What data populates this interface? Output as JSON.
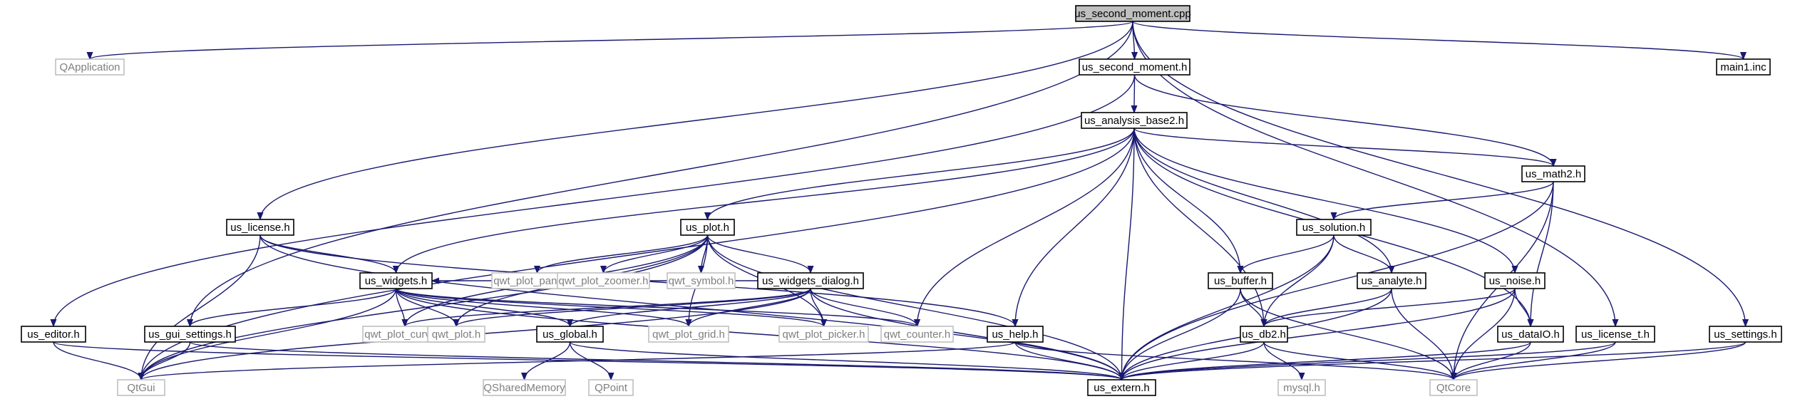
{
  "nodes": [
    {
      "id": "us_second_moment_cpp",
      "label": "us_second_moment.cpp",
      "kind": "root"
    },
    {
      "id": "QApplication",
      "label": "QApplication",
      "kind": "external"
    },
    {
      "id": "us_second_moment_h",
      "label": "us_second_moment.h",
      "kind": "doc"
    },
    {
      "id": "main1_inc",
      "label": "main1.inc",
      "kind": "doc"
    },
    {
      "id": "us_analysis_base2_h",
      "label": "us_analysis_base2.h",
      "kind": "doc"
    },
    {
      "id": "us_math2_h",
      "label": "us_math2.h",
      "kind": "doc"
    },
    {
      "id": "us_license_h",
      "label": "us_license.h",
      "kind": "doc"
    },
    {
      "id": "us_plot_h",
      "label": "us_plot.h",
      "kind": "doc"
    },
    {
      "id": "us_solution_h",
      "label": "us_solution.h",
      "kind": "doc"
    },
    {
      "id": "us_widgets_h",
      "label": "us_widgets.h",
      "kind": "doc"
    },
    {
      "id": "qwt_plot_panner_h",
      "label": "qwt_plot_panner.h",
      "kind": "external"
    },
    {
      "id": "qwt_plot_zoomer_h",
      "label": "qwt_plot_zoomer.h",
      "kind": "external"
    },
    {
      "id": "qwt_symbol_h",
      "label": "qwt_symbol.h",
      "kind": "external"
    },
    {
      "id": "us_widgets_dialog_h",
      "label": "us_widgets_dialog.h",
      "kind": "doc"
    },
    {
      "id": "us_buffer_h",
      "label": "us_buffer.h",
      "kind": "doc"
    },
    {
      "id": "us_analyte_h",
      "label": "us_analyte.h",
      "kind": "doc"
    },
    {
      "id": "us_noise_h",
      "label": "us_noise.h",
      "kind": "doc"
    },
    {
      "id": "us_editor_h",
      "label": "us_editor.h",
      "kind": "doc"
    },
    {
      "id": "us_gui_settings_h",
      "label": "us_gui_settings.h",
      "kind": "doc"
    },
    {
      "id": "qwt_plot_curve_h",
      "label": "qwt_plot_curve.h",
      "kind": "external"
    },
    {
      "id": "qwt_plot_h",
      "label": "qwt_plot.h",
      "kind": "external"
    },
    {
      "id": "us_global_h",
      "label": "us_global.h",
      "kind": "doc"
    },
    {
      "id": "qwt_plot_grid_h",
      "label": "qwt_plot_grid.h",
      "kind": "external"
    },
    {
      "id": "qwt_plot_picker_h",
      "label": "qwt_plot_picker.h",
      "kind": "external"
    },
    {
      "id": "qwt_counter_h",
      "label": "qwt_counter.h",
      "kind": "external"
    },
    {
      "id": "us_help_h",
      "label": "us_help.h",
      "kind": "doc"
    },
    {
      "id": "us_db2_h",
      "label": "us_db2.h",
      "kind": "doc"
    },
    {
      "id": "us_dataIO_h",
      "label": "us_dataIO.h",
      "kind": "doc"
    },
    {
      "id": "us_license_t_h",
      "label": "us_license_t.h",
      "kind": "doc"
    },
    {
      "id": "us_settings_h",
      "label": "us_settings.h",
      "kind": "doc"
    },
    {
      "id": "QtGui",
      "label": "QtGui",
      "kind": "external"
    },
    {
      "id": "us_extern_h",
      "label": "us_extern.h",
      "kind": "doc"
    },
    {
      "id": "QSharedMemory",
      "label": "QSharedMemory",
      "kind": "external"
    },
    {
      "id": "QPoint",
      "label": "QPoint",
      "kind": "external"
    },
    {
      "id": "mysql_h",
      "label": "mysql.h",
      "kind": "external"
    },
    {
      "id": "QtCore",
      "label": "QtCore",
      "kind": "external"
    }
  ],
  "edges": [
    [
      "us_second_moment_cpp",
      "QApplication"
    ],
    [
      "us_second_moment_cpp",
      "us_second_moment_h"
    ],
    [
      "us_second_moment_cpp",
      "main1_inc"
    ],
    [
      "us_second_moment_cpp",
      "us_license_h"
    ],
    [
      "us_second_moment_cpp",
      "us_gui_settings_h"
    ],
    [
      "us_second_moment_cpp",
      "us_license_t_h"
    ],
    [
      "us_second_moment_cpp",
      "us_settings_h"
    ],
    [
      "us_second_moment_h",
      "us_analysis_base2_h"
    ],
    [
      "us_second_moment_h",
      "us_editor_h"
    ],
    [
      "us_second_moment_h",
      "us_math2_h"
    ],
    [
      "us_analysis_base2_h",
      "us_widgets_h"
    ],
    [
      "us_analysis_base2_h",
      "us_plot_h"
    ],
    [
      "us_analysis_base2_h",
      "QtGui"
    ],
    [
      "us_analysis_base2_h",
      "qwt_counter_h"
    ],
    [
      "us_analysis_base2_h",
      "us_help_h"
    ],
    [
      "us_analysis_base2_h",
      "us_extern_h"
    ],
    [
      "us_analysis_base2_h",
      "us_buffer_h"
    ],
    [
      "us_analysis_base2_h",
      "us_db2_h"
    ],
    [
      "us_analysis_base2_h",
      "us_analyte_h"
    ],
    [
      "us_analysis_base2_h",
      "us_noise_h"
    ],
    [
      "us_analysis_base2_h",
      "us_dataIO_h"
    ],
    [
      "us_analysis_base2_h",
      "us_math2_h"
    ],
    [
      "us_math2_h",
      "us_extern_h"
    ],
    [
      "us_math2_h",
      "us_solution_h"
    ],
    [
      "us_math2_h",
      "us_dataIO_h"
    ],
    [
      "us_math2_h",
      "QtCore"
    ],
    [
      "us_license_h",
      "QtGui"
    ],
    [
      "us_license_h",
      "us_widgets_h"
    ],
    [
      "us_license_h",
      "us_help_h"
    ],
    [
      "us_license_h",
      "us_extern_h"
    ],
    [
      "us_plot_h",
      "QtGui"
    ],
    [
      "us_plot_h",
      "us_widgets_dialog_h"
    ],
    [
      "us_plot_h",
      "qwt_plot_panner_h"
    ],
    [
      "us_plot_h",
      "qwt_plot_zoomer_h"
    ],
    [
      "us_plot_h",
      "qwt_symbol_h"
    ],
    [
      "us_plot_h",
      "qwt_plot_curve_h"
    ],
    [
      "us_plot_h",
      "qwt_plot_h"
    ],
    [
      "us_plot_h",
      "qwt_plot_grid_h"
    ],
    [
      "us_plot_h",
      "qwt_plot_picker_h"
    ],
    [
      "us_plot_h",
      "us_extern_h"
    ],
    [
      "us_widgets_h",
      "us_gui_settings_h"
    ],
    [
      "us_widgets_h",
      "QtGui"
    ],
    [
      "us_widgets_h",
      "qwt_plot_curve_h"
    ],
    [
      "us_widgets_h",
      "qwt_plot_h"
    ],
    [
      "us_widgets_h",
      "us_global_h"
    ],
    [
      "us_widgets_h",
      "qwt_plot_grid_h"
    ],
    [
      "us_widgets_h",
      "qwt_plot_picker_h"
    ],
    [
      "us_widgets_h",
      "qwt_counter_h"
    ],
    [
      "us_widgets_h",
      "us_extern_h"
    ],
    [
      "us_widgets_dialog_h",
      "us_widgets_h"
    ],
    [
      "us_widgets_dialog_h",
      "qwt_plot_curve_h"
    ],
    [
      "us_widgets_dialog_h",
      "qwt_plot_h"
    ],
    [
      "us_widgets_dialog_h",
      "us_global_h"
    ],
    [
      "us_widgets_dialog_h",
      "qwt_plot_grid_h"
    ],
    [
      "us_widgets_dialog_h",
      "qwt_plot_picker_h"
    ],
    [
      "us_widgets_dialog_h",
      "qwt_counter_h"
    ],
    [
      "us_widgets_dialog_h",
      "us_extern_h"
    ],
    [
      "us_widgets_dialog_h",
      "QtGui"
    ],
    [
      "us_solution_h",
      "us_buffer_h"
    ],
    [
      "us_solution_h",
      "us_analyte_h"
    ],
    [
      "us_solution_h",
      "us_db2_h"
    ],
    [
      "us_solution_h",
      "us_extern_h"
    ],
    [
      "us_buffer_h",
      "us_db2_h"
    ],
    [
      "us_buffer_h",
      "us_extern_h"
    ],
    [
      "us_buffer_h",
      "QtCore"
    ],
    [
      "us_analyte_h",
      "us_db2_h"
    ],
    [
      "us_analyte_h",
      "us_extern_h"
    ],
    [
      "us_analyte_h",
      "QtCore"
    ],
    [
      "us_noise_h",
      "us_db2_h"
    ],
    [
      "us_noise_h",
      "us_dataIO_h"
    ],
    [
      "us_noise_h",
      "us_extern_h"
    ],
    [
      "us_noise_h",
      "QtCore"
    ],
    [
      "us_editor_h",
      "QtGui"
    ],
    [
      "us_editor_h",
      "us_extern_h"
    ],
    [
      "us_gui_settings_h",
      "QtGui"
    ],
    [
      "us_gui_settings_h",
      "us_extern_h"
    ],
    [
      "us_global_h",
      "QSharedMemory"
    ],
    [
      "us_global_h",
      "QPoint"
    ],
    [
      "us_global_h",
      "us_extern_h"
    ],
    [
      "us_help_h",
      "QtGui"
    ],
    [
      "us_help_h",
      "us_extern_h"
    ],
    [
      "us_help_h",
      "QtCore"
    ],
    [
      "us_db2_h",
      "mysql_h"
    ],
    [
      "us_db2_h",
      "us_extern_h"
    ],
    [
      "us_db2_h",
      "QtCore"
    ],
    [
      "us_dataIO_h",
      "us_extern_h"
    ],
    [
      "us_dataIO_h",
      "QtCore"
    ],
    [
      "us_license_t_h",
      "us_extern_h"
    ],
    [
      "us_license_t_h",
      "QtCore"
    ],
    [
      "us_settings_h",
      "us_extern_h"
    ],
    [
      "us_settings_h",
      "QtCore"
    ]
  ],
  "colors": {
    "edge": "#191970",
    "node_border": "#000000",
    "external_border": "#bfbfbf",
    "root_fill": "#bfbfbf",
    "external_text": "#7f7f7f"
  }
}
